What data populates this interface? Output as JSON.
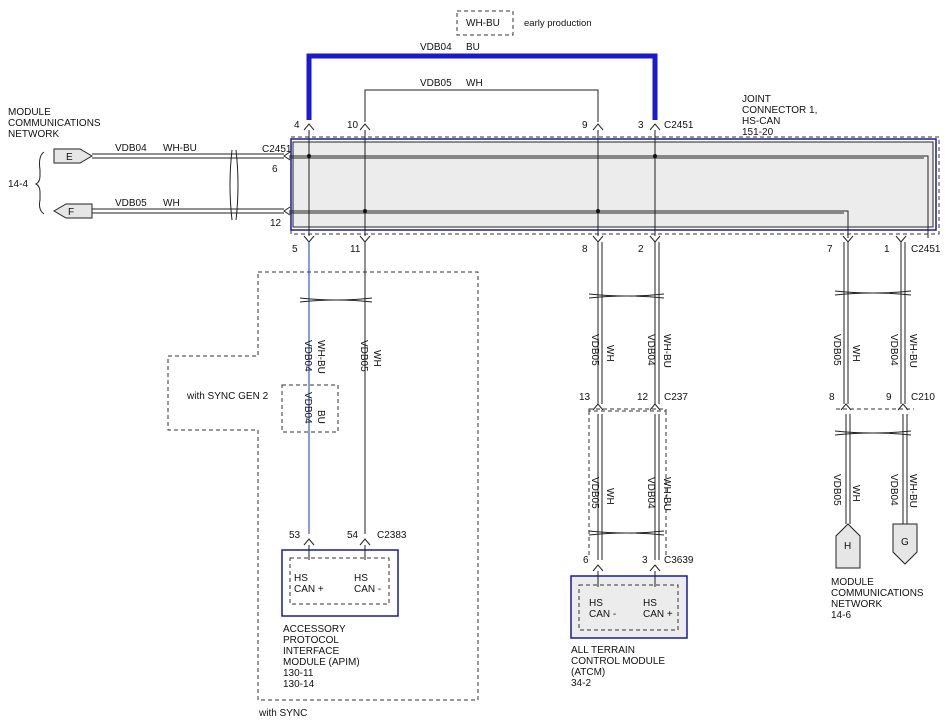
{
  "legend": {
    "swatch": "WH-BU",
    "note": "early production"
  },
  "top_wires": {
    "vdb04": "VDB04",
    "vdb04_color": "BU",
    "vdb05": "VDB05",
    "vdb05_color": "WH"
  },
  "joint_connector": {
    "title_lines": [
      "JOINT",
      "CONNECTOR 1,",
      "HS-CAN",
      "151-20"
    ],
    "connector_id": "C2451",
    "pins": {
      "p4": "4",
      "p10": "10",
      "p9": "9",
      "p3": "3",
      "p6": "6",
      "p12": "12",
      "p5": "5",
      "p11": "11",
      "p8": "8",
      "p2": "2",
      "p7": "7",
      "p1": "1"
    }
  },
  "left_network": {
    "title_lines": [
      "MODULE",
      "COMMUNICATIONS",
      "NETWORK"
    ],
    "page_ref": "14-4",
    "connector_e": "E",
    "connector_f": "F",
    "wire_e_circuit": "VDB04",
    "wire_e_color": "WH-BU",
    "wire_f_circuit": "VDB05",
    "wire_f_color": "WH",
    "connector_id": "C2451"
  },
  "apim_branch": {
    "wire1_circuit": "VDB04",
    "wire1_color": "WH-BU",
    "wire2_circuit": "VDB05",
    "wire2_color": "WH",
    "sync_gen2_label": "with SYNC GEN 2",
    "sync_gen2_circuit": "VDB04",
    "sync_gen2_color": "BU",
    "pin53": "53",
    "pin54": "54",
    "connector_id": "C2383",
    "pins": [
      "HS",
      "CAN +",
      "HS",
      "CAN -"
    ],
    "module_lines": [
      "ACCESSORY",
      "PROTOCOL",
      "INTERFACE",
      "MODULE (APIM)",
      "130-11",
      "130-14"
    ],
    "with_sync": "with SYNC"
  },
  "atcm_branch": {
    "wire1_circuit": "VDB05",
    "wire1_color": "WH",
    "wire2_circuit": "VDB04",
    "wire2_color": "WH-BU",
    "pin13": "13",
    "pin12": "12",
    "inline_connector": "C237",
    "pin6": "6",
    "pin3": "3",
    "connector_id": "C3639",
    "pins": [
      "HS",
      "CAN -",
      "HS",
      "CAN +"
    ],
    "module_lines": [
      "ALL TERRAIN",
      "CONTROL MODULE",
      "(ATCM)",
      "34-2"
    ]
  },
  "right_branch": {
    "wire1_circuit": "VDB05",
    "wire1_color": "WH",
    "wire2_circuit": "VDB04",
    "wire2_color": "WH-BU",
    "pin8": "8",
    "pin9": "9",
    "inline_connector": "C210",
    "connector_h": "H",
    "connector_g": "G",
    "network_lines": [
      "MODULE",
      "COMMUNICATIONS",
      "NETWORK",
      "14-6"
    ]
  }
}
